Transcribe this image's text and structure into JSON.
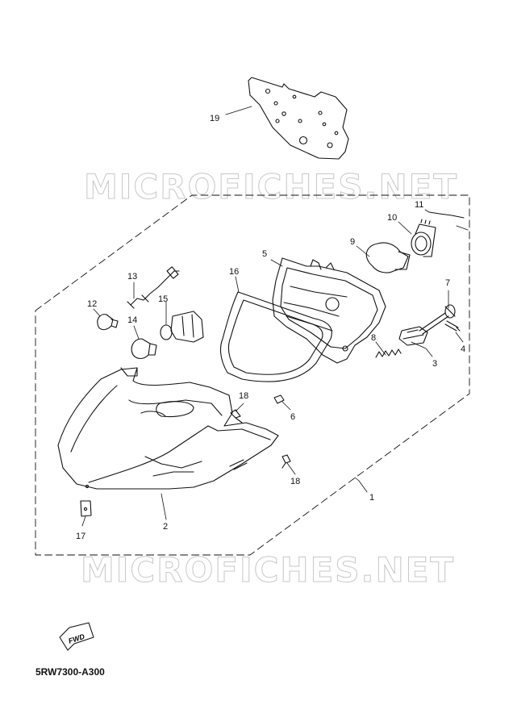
{
  "watermark": "MICROFICHES.NET",
  "diagram_code": "5RW7300-A300",
  "fwd_label": "FWD",
  "callouts": [
    "1",
    "2",
    "3",
    "4",
    "5",
    "6",
    "7",
    "8",
    "9",
    "10",
    "11",
    "12",
    "13",
    "14",
    "15",
    "16",
    "17",
    "18",
    "18",
    "19"
  ]
}
